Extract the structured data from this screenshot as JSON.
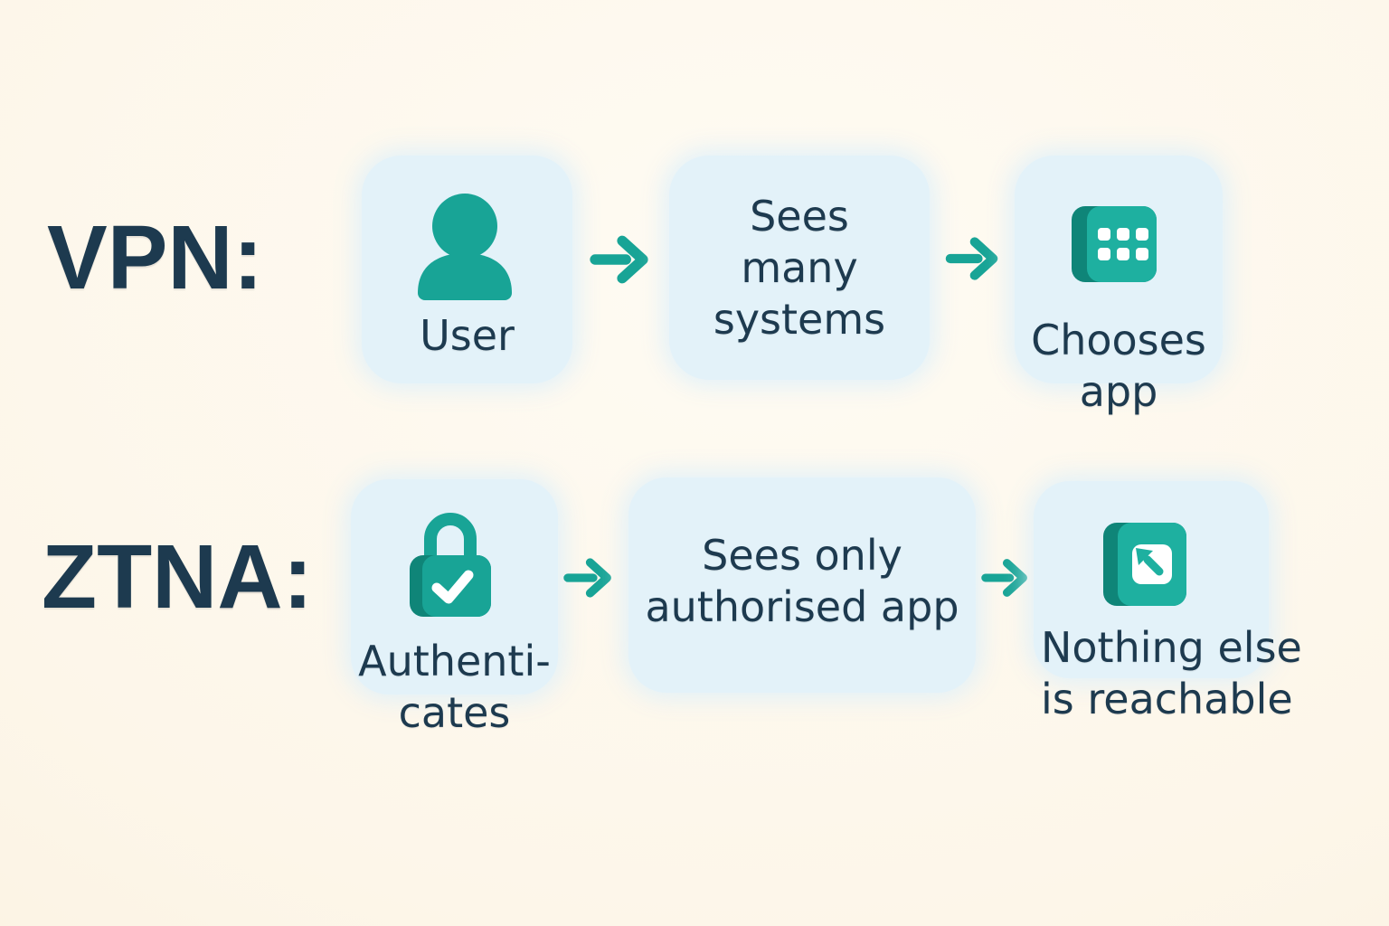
{
  "colors": {
    "background_center": "#fefbf3",
    "background_edge": "#f9efdc",
    "card_background": "#e3f2f9",
    "teal": "#18a496",
    "teal_dark": "#0f8578",
    "teal_bright": "#1eb0a0",
    "navy": "#1d3a4f"
  },
  "vpn": {
    "label": "VPN:",
    "user": {
      "caption": "User",
      "icon": "user-icon"
    },
    "systems": {
      "text": "Sees many systems"
    },
    "chooses": {
      "caption": "Chooses app",
      "icon": "app-grid-icon"
    }
  },
  "ztna": {
    "label": "ZTNA:",
    "authenticates": {
      "caption": "Authenti-cates",
      "icon": "lock-check-icon"
    },
    "sees_only": {
      "text": "Sees only authorised app"
    },
    "nothing": {
      "caption": "Nothing else is reachable",
      "icon": "app-restricted-icon"
    }
  }
}
